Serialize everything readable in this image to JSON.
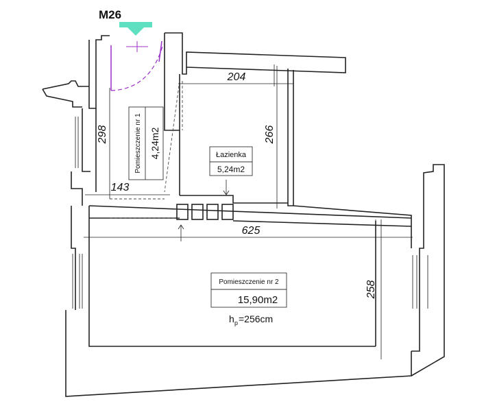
{
  "unit_id": "M26",
  "rooms": [
    {
      "name": "Pomieszczenie nr 1",
      "area": "4,24m2"
    },
    {
      "name": "Łazienka",
      "area": "5,24m2"
    },
    {
      "name": "Pomieszczenie nr 2",
      "area": "15,90m2",
      "height_prefix": "h",
      "height_sub": "p",
      "height_value": "=256cm"
    }
  ],
  "dimensions": {
    "room1_height": "298",
    "room1_width": "143",
    "bath_width": "204",
    "bath_height": "266",
    "room2_width": "625",
    "room2_height": "258"
  },
  "colors": {
    "entrance_arrow": "#5fe0c0",
    "door": "#9b2fc9"
  },
  "icons": [
    "entrance-arrow-icon",
    "door-swing-icon",
    "ventilation-icon"
  ]
}
